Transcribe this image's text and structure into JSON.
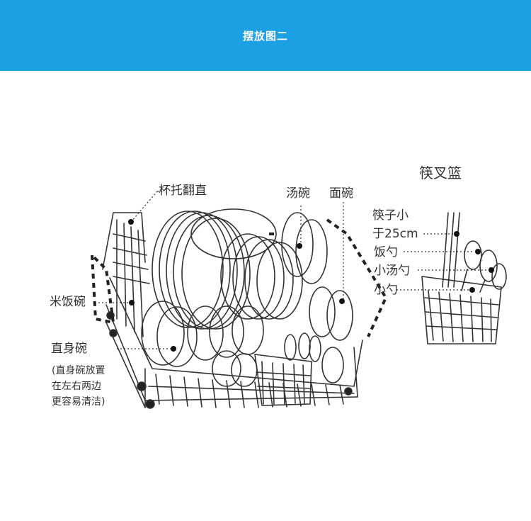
{
  "header": {
    "title": "摆放图二"
  },
  "labels": {
    "cup_rack": "杯托翻直",
    "soup_bowl": "汤碗",
    "noodle_bowl": "面碗",
    "rice_bowl": "米饭碗",
    "straight_bowl": "直身碗",
    "straight_bowl_note": [
      "(直身碗放置",
      "在左右两边",
      "更容易清洁)"
    ],
    "cutlery_basket": "筷叉篮",
    "chopsticks": [
      "筷子小",
      "于25cm"
    ],
    "rice_spoon": "饭勺",
    "soup_spoon": "小汤勺",
    "small_spoon": "小勺"
  }
}
